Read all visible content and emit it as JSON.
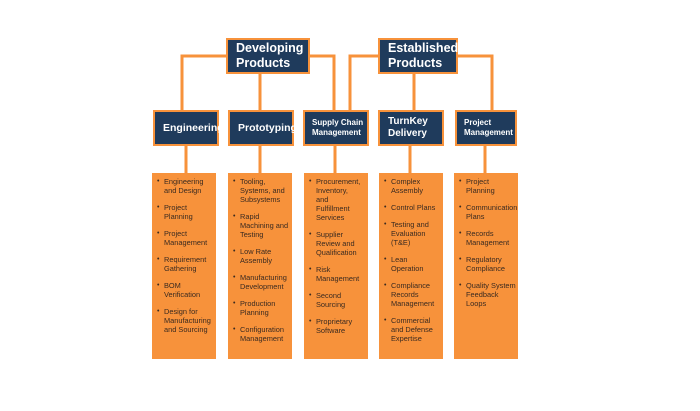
{
  "top_boxes": [
    {
      "label": "Developing\nProducts"
    },
    {
      "label": "Established\nProducts"
    }
  ],
  "categories": [
    {
      "label": "Engineering",
      "items": [
        "Engineering\nand Design",
        "Project\nPlanning",
        "Project\nManagement",
        "Requirement\nGathering",
        "BOM\nVerification",
        "Design for\nManufacturing\nand Sourcing"
      ]
    },
    {
      "label": "Prototyping",
      "items": [
        "Tooling,\nSystems, and\nSubsystems",
        "Rapid\nMachining and\nTesting",
        "Low Rate\nAssembly",
        "Manufacturing\nDevelopment",
        "Production\nPlanning",
        "Configuration\nManagement"
      ]
    },
    {
      "label": "Supply Chain\nManagement",
      "items": [
        "Procurement,\nInventory,\nand\nFulfillment\nServices",
        "Supplier\nReview and\nQualification",
        "Risk\nManagement",
        "Second\nSourcing",
        "Proprietary\nSoftware"
      ]
    },
    {
      "label": "TurnKey\nDelivery",
      "items": [
        "Complex\nAssembly",
        "Control Plans",
        "Testing and\nEvaluation\n(T&E)",
        "Lean\nOperation",
        "Compliance\nRecords\nManagement",
        "Commercial\nand Defense\nExpertise"
      ]
    },
    {
      "label": "Project\nManagement",
      "items": [
        "Project\nPlanning",
        "Communication\nPlans",
        "Records\nManagement",
        "Regulatory\nCompliance",
        "Quality System\nFeedback\nLoops"
      ]
    }
  ],
  "colors": {
    "navy": "#1f3b5c",
    "orange": "#f7923b"
  }
}
